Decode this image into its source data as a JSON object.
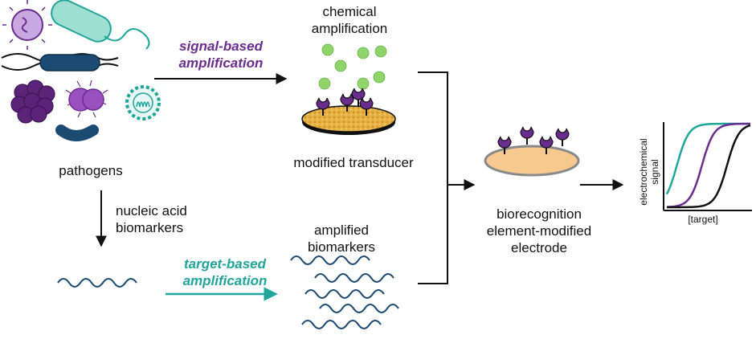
{
  "labels": {
    "pathogens": "pathogens",
    "nucleic_line1": "nucleic acid",
    "nucleic_line2": "biomarkers",
    "signal_line1": "signal-based",
    "signal_line2": "amplification",
    "target_line1": "target-based",
    "target_line2": "amplification",
    "chemical_line1": "chemical",
    "chemical_line2": "amplification",
    "modified_transducer": "modified transducer",
    "amplified_line1": "amplified",
    "amplified_line2": "biomarkers",
    "bio_line1": "biorecognition",
    "bio_line2": "element-modified",
    "bio_line3": "electrode"
  },
  "chart_data": {
    "type": "line",
    "xlabel": "[target]",
    "ylabel_line1": "electrochemical",
    "ylabel_line2": "signal",
    "series": [
      {
        "color": "#1fa59a",
        "midpoint": 0.12,
        "steepness": 14
      },
      {
        "color": "#6a2c8e",
        "midpoint": 0.42,
        "steepness": 14
      },
      {
        "color": "#111111",
        "midpoint": 0.72,
        "steepness": 14
      }
    ]
  },
  "colors": {
    "purple": "#6a2c8e",
    "teal": "#1fa59a",
    "navy": "#1b4a72",
    "green_ball": "#8fd46a",
    "gold": "#e7b043",
    "peach": "#f7c98f"
  }
}
